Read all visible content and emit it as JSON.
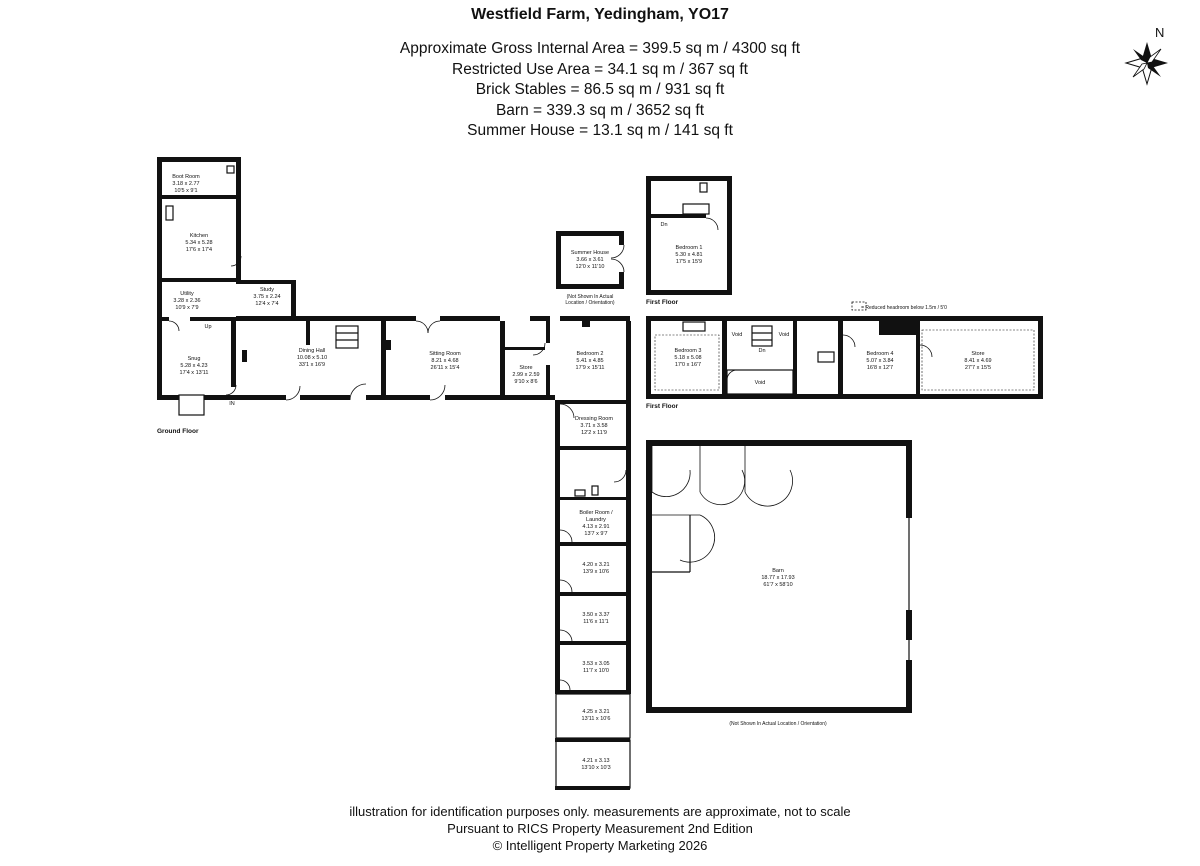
{
  "header": {
    "title": "Westfield Farm, Yedingham, YO17",
    "areas": [
      "Approximate Gross Internal Area = 399.5 sq m / 4300 sq ft",
      "Restricted Use Area = 34.1 sq m / 367 sq ft",
      "Brick Stables = 86.5 sq m / 931 sq ft",
      "Barn = 339.3 sq m / 3652 sq ft",
      "Summer House = 13.1 sq m / 141 sq ft"
    ]
  },
  "compass": {
    "label": "N"
  },
  "floors": {
    "ground": "Ground Floor",
    "first_a": "First Floor",
    "first_b": "First Floor"
  },
  "rooms": {
    "boot_room": {
      "name": "Boot Room",
      "m": "3.18 x 2.77",
      "ft": "10'5 x 9'1"
    },
    "kitchen": {
      "name": "Kitchen",
      "m": "5.34 x 5.28",
      "ft": "17'6 x 17'4"
    },
    "utility": {
      "name": "Utility",
      "m": "3.28 x 2.36",
      "ft": "10'9 x 7'9"
    },
    "study": {
      "name": "Study",
      "m": "3.75 x 2.24",
      "ft": "12'4 x 7'4"
    },
    "snug": {
      "name": "Snug",
      "m": "5.28 x 4.23",
      "ft": "17'4 x 13'11"
    },
    "dining_hall": {
      "name": "Dining Hall",
      "m": "10.08 x 5.10",
      "ft": "33'1 x 16'9"
    },
    "sitting_room": {
      "name": "Sitting Room",
      "m": "8.21 x 4.68",
      "ft": "26'11 x 15'4"
    },
    "store_ground": {
      "name": "Store",
      "m": "2.99 x 2.59",
      "ft": "9'10 x 8'6"
    },
    "bedroom_2": {
      "name": "Bedroom 2",
      "m": "5.41 x 4.85",
      "ft": "17'9 x 15'11"
    },
    "summer_house": {
      "name": "Summer House",
      "m": "3.66 x 3.61",
      "ft": "12'0 x 11'10"
    },
    "bedroom_1": {
      "name": "Bedroom 1",
      "m": "5.30 x 4.81",
      "ft": "17'5 x 15'9"
    },
    "bedroom_3": {
      "name": "Bedroom 3",
      "m": "5.18 x 5.08",
      "ft": "17'0 x 16'7"
    },
    "bedroom_4": {
      "name": "Bedroom 4",
      "m": "5.07 x 3.84",
      "ft": "16'8 x 12'7"
    },
    "store_first": {
      "name": "Store",
      "m": "8.41 x 4.69",
      "ft": "27'7 x 15'5"
    },
    "dressing_room": {
      "name": "Dressing Room",
      "m": "3.71 x 3.58",
      "ft": "12'2 x 11'9"
    },
    "boiler_room": {
      "name": "Boiler Room /",
      "name2": "Laundry",
      "m": "4.13 x 2.91",
      "ft": "13'7 x 9'7"
    },
    "stable_1": {
      "m": "4.20 x 3.21",
      "ft": "13'9 x 10'6"
    },
    "stable_2": {
      "m": "3.50 x 3.37",
      "ft": "11'6 x 11'1"
    },
    "stable_3": {
      "m": "3.53 x 3.05",
      "ft": "11'7 x 10'0"
    },
    "stable_4": {
      "m": "4.25 x 3.21",
      "ft": "13'11 x 10'6"
    },
    "stable_5": {
      "m": "4.21 x 3.13",
      "ft": "13'10 x 10'3"
    },
    "barn": {
      "name": "Barn",
      "m": "18.77 x 17.93",
      "ft": "61'7 x 58'10"
    }
  },
  "labels": {
    "in": "IN",
    "up": "Up",
    "dn": "Dn",
    "dn2": "Dn",
    "void_a": "Void",
    "void_b": "Void",
    "void_c": "Void",
    "summer_house_note": "(Not Shown In Actual",
    "summer_house_note2": "Location / Orientation)",
    "barn_note": "(Not Shown In Actual Location / Orientation)",
    "headroom_key": "= Reduced headroom below 1.5m / 5'0"
  },
  "footer": {
    "line1": "illustration for identification purposes only. measurements are approximate, not to scale",
    "line2": "Pursuant to RICS Property Measurement 2nd Edition",
    "line3": "© Intelligent Property Marketing 2026"
  }
}
